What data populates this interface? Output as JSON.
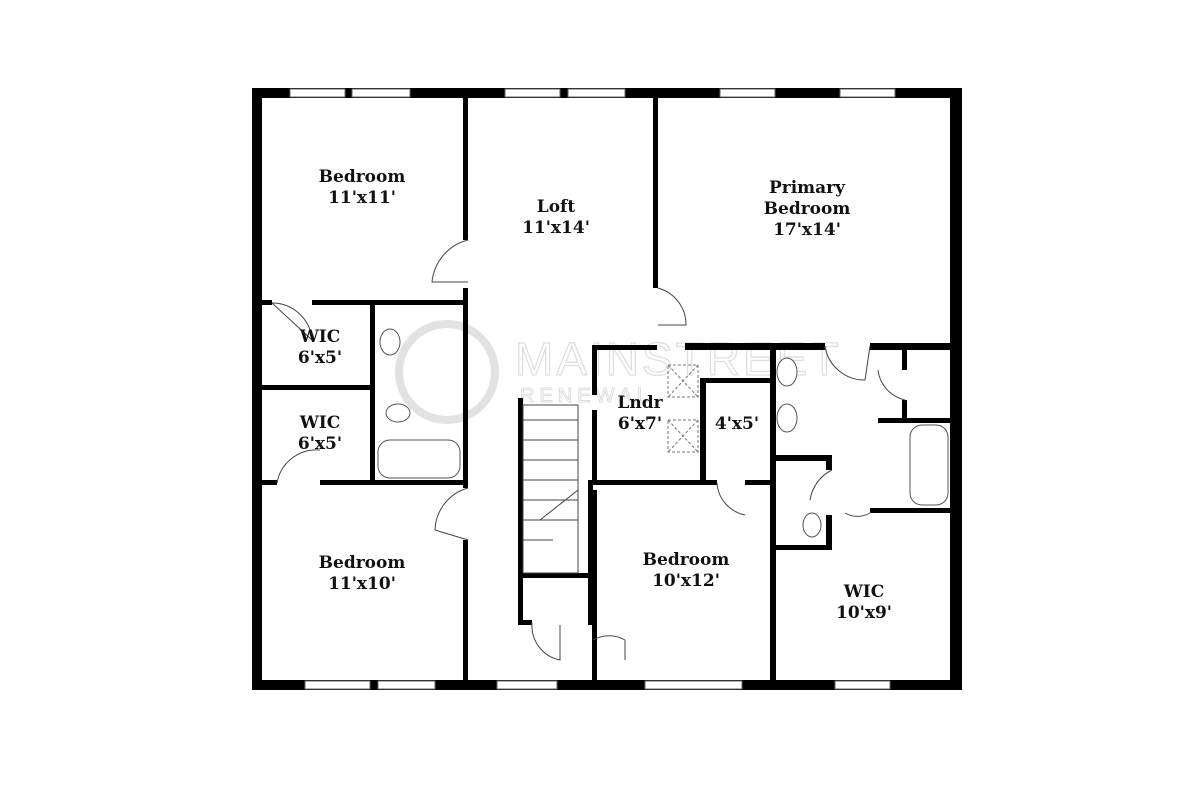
{
  "rooms": [
    {
      "name": "Bedroom",
      "size": "11'x11'"
    },
    {
      "name": "Loft",
      "size": "11'x14'"
    },
    {
      "name": "Primary Bedroom",
      "line1": "Primary",
      "line2": "Bedroom",
      "size": "17'x14'"
    },
    {
      "name": "WIC",
      "size": "6'x5'"
    },
    {
      "name": "WIC",
      "size": "6'x5'"
    },
    {
      "name": "Lndr",
      "size": "6'x7'"
    },
    {
      "name": "",
      "size": "4'x5'"
    },
    {
      "name": "Bedroom",
      "size": "11'x10'"
    },
    {
      "name": "Bedroom",
      "size": "10'x12'"
    },
    {
      "name": "WIC",
      "size": "10'x9'"
    }
  ],
  "watermark": {
    "line1": "MAINSTREET",
    "line2": "RENEWAL"
  }
}
